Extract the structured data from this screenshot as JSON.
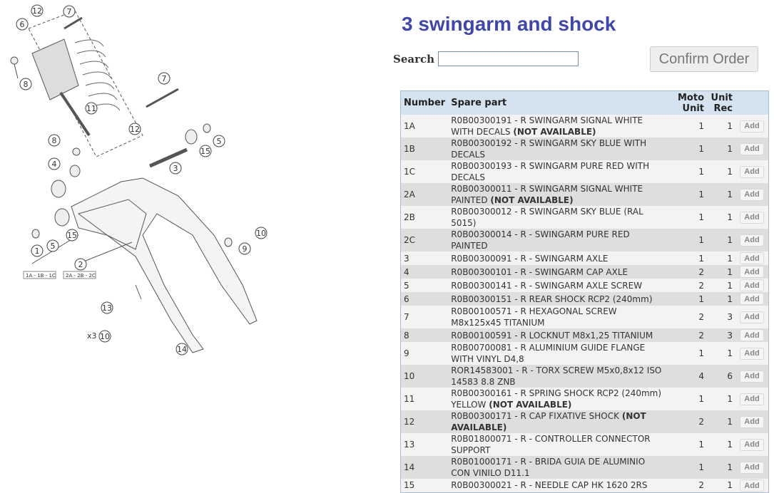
{
  "title": "3 swingarm and shock",
  "search": {
    "label": "Search",
    "value": "",
    "placeholder": ""
  },
  "confirm_label": "Confirm Order",
  "table": {
    "headers": {
      "number": "Number",
      "part": "Spare part",
      "moto_unit": "Moto Unit",
      "unit_rec": "Unit Rec"
    },
    "add_label": "Add",
    "rows": [
      {
        "number": "1A",
        "desc": "R0B00300191 - R SWINGARM SIGNAL WHITE WITH DECALS ",
        "note": "(NOT AVAILABLE)",
        "moto": "1",
        "rec": "1",
        "two": true
      },
      {
        "number": "1B",
        "desc": "R0B00300192 - R SWINGARM SKY BLUE WITH DECALS",
        "note": "",
        "moto": "1",
        "rec": "1",
        "two": true
      },
      {
        "number": "1C",
        "desc": "R0B00300193 - R SWINGARM PURE RED WITH DECALS",
        "note": "",
        "moto": "1",
        "rec": "1",
        "two": true
      },
      {
        "number": "2A",
        "desc": "R0B00300011 - R SWINGARM SIGNAL WHITE PAINTED ",
        "note": "(NOT AVAILABLE)",
        "moto": "1",
        "rec": "1",
        "two": true
      },
      {
        "number": "2B",
        "desc": "R0B00300012 - R SWINGARM SKY BLUE (RAL 5015)",
        "note": "",
        "moto": "1",
        "rec": "1",
        "two": true
      },
      {
        "number": "2C",
        "desc": "R0B00300014 - R - SWINGARM PURE RED PAINTED",
        "note": "",
        "moto": "1",
        "rec": "1",
        "two": false
      },
      {
        "number": "3",
        "desc": "R0B00300091 - R - SWINGARM AXLE",
        "note": "",
        "moto": "1",
        "rec": "1",
        "two": false
      },
      {
        "number": "4",
        "desc": "R0B00300101 - R - SWINGARM CAP AXLE",
        "note": "",
        "moto": "2",
        "rec": "1",
        "two": false
      },
      {
        "number": "5",
        "desc": "R0B00300141 - R - SWINGARM AXLE SCREW",
        "note": "",
        "moto": "2",
        "rec": "1",
        "two": false
      },
      {
        "number": "6",
        "desc": "R0B00300151 - R REAR SHOCK RCP2 (240mm)",
        "note": "",
        "moto": "1",
        "rec": "1",
        "two": false
      },
      {
        "number": "7",
        "desc": "R0B00100571 - R HEXAGONAL SCREW M8x125x45 TITANIUM",
        "note": "",
        "moto": "2",
        "rec": "3",
        "two": true
      },
      {
        "number": "8",
        "desc": "R0B00100591 - R LOCKNUT M8x1,25 TITANIUM",
        "note": "",
        "moto": "2",
        "rec": "3",
        "two": false
      },
      {
        "number": "9",
        "desc": "R0B00700081 - R ALUMINIUM GUIDE FLANGE WITH VINYL D4,8",
        "note": "",
        "moto": "1",
        "rec": "1",
        "two": true
      },
      {
        "number": "10",
        "desc": "ROR14583001 - R - TORX SCREW M5x0,8x12 ISO 14583 8.8 ZNB",
        "note": "",
        "moto": "4",
        "rec": "6",
        "two": true
      },
      {
        "number": "11",
        "desc": "R0B00300161 - R SPRING SHOCK RCP2 (240mm) YELLOW ",
        "note": "(NOT AVAILABLE)",
        "moto": "1",
        "rec": "1",
        "two": true
      },
      {
        "number": "12",
        "desc": "R0B00300171 - R CAP FIXATIVE SHOCK ",
        "note": "(NOT AVAILABLE)",
        "moto": "2",
        "rec": "1",
        "two": true
      },
      {
        "number": "13",
        "desc": "R0B01800071 - R - CONTROLLER CONNECTOR SUPPORT",
        "note": "",
        "moto": "1",
        "rec": "1",
        "two": true
      },
      {
        "number": "14",
        "desc": "R0B01000171 - R - BRIDA GUIA DE ALUMINIO CON VINILO D11.1",
        "note": "",
        "moto": "1",
        "rec": "1",
        "two": true
      },
      {
        "number": "15",
        "desc": "R0B00300021 - R - NEEDLE CAP HK 1620 2RS",
        "note": "",
        "moto": "2",
        "rec": "1",
        "two": false
      }
    ]
  },
  "diagram": {
    "callouts": [
      "12",
      "7",
      "6",
      "8",
      "11",
      "7",
      "12",
      "5",
      "8",
      "15",
      "4",
      "3",
      "15",
      "5",
      "1",
      "2",
      "10",
      "9",
      "13",
      "10",
      "14"
    ],
    "multiplier": "x3",
    "labels": [
      "1A - 1B - 1C",
      "2A - 2B - 2C"
    ]
  }
}
